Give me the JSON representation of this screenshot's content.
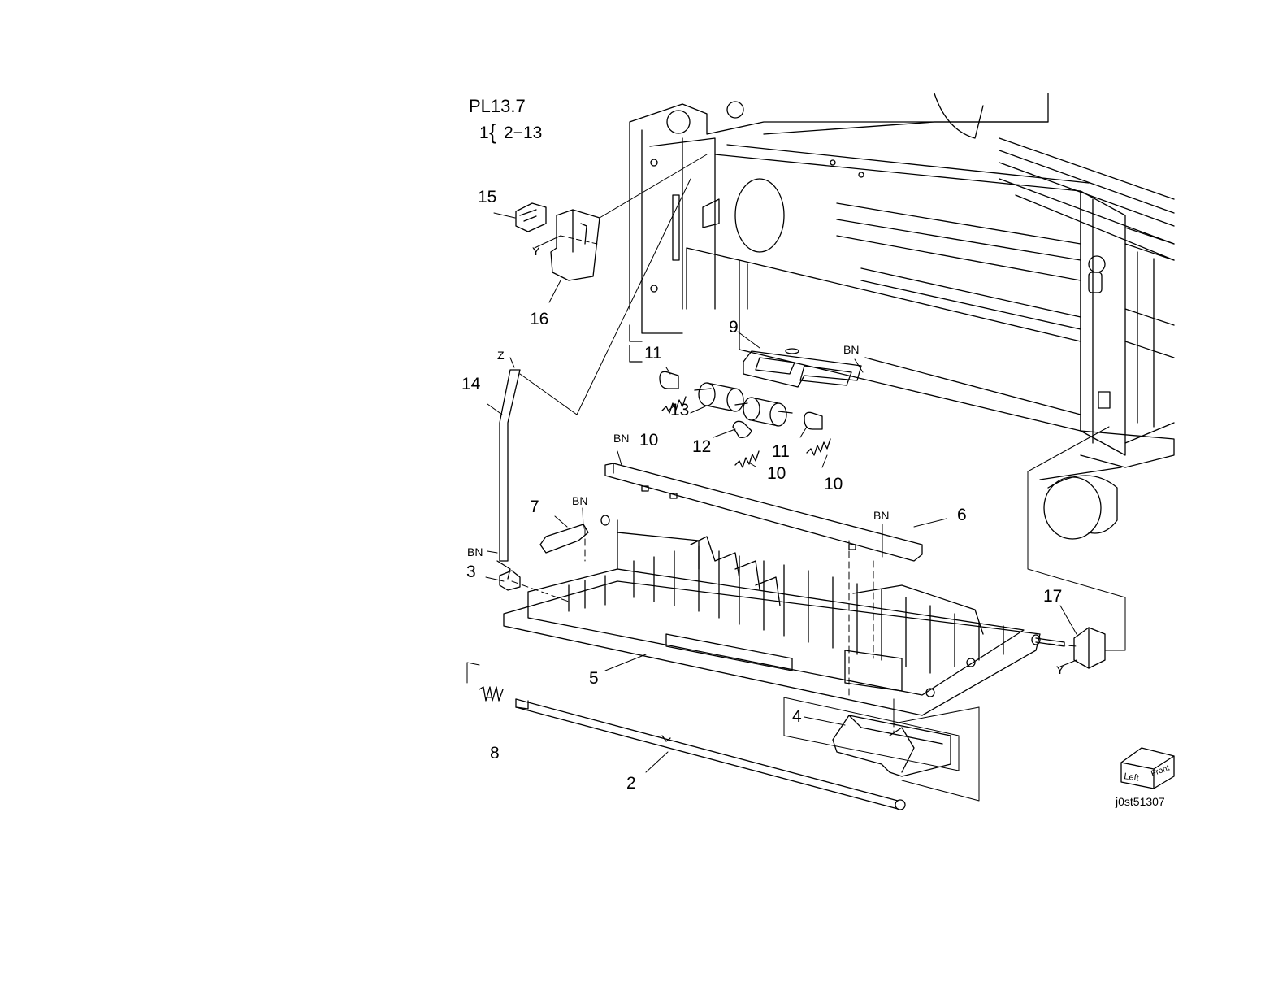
{
  "header": {
    "plate": "PL13.7",
    "assembly_index": "1",
    "assembly_range": "2−13"
  },
  "callouts": {
    "n2": "2",
    "n3": "3",
    "n4": "4",
    "n5": "5",
    "n6": "6",
    "n7": "7",
    "n8": "8",
    "n9": "9",
    "n10a": "10",
    "n10b": "10",
    "n10c": "10",
    "n11a": "11",
    "n11b": "11",
    "n12": "12",
    "n13": "13",
    "n14": "14",
    "n15": "15",
    "n16": "16",
    "n17": "17"
  },
  "markers": {
    "y1": "Y",
    "y2": "Y",
    "z": "Z",
    "bn1": "BN",
    "bn2": "BN",
    "bn3": "BN",
    "bn4": "BN",
    "bn5": "BN"
  },
  "orientation": {
    "left": "Left",
    "front": "Front"
  },
  "figure_id": "j0st51307"
}
